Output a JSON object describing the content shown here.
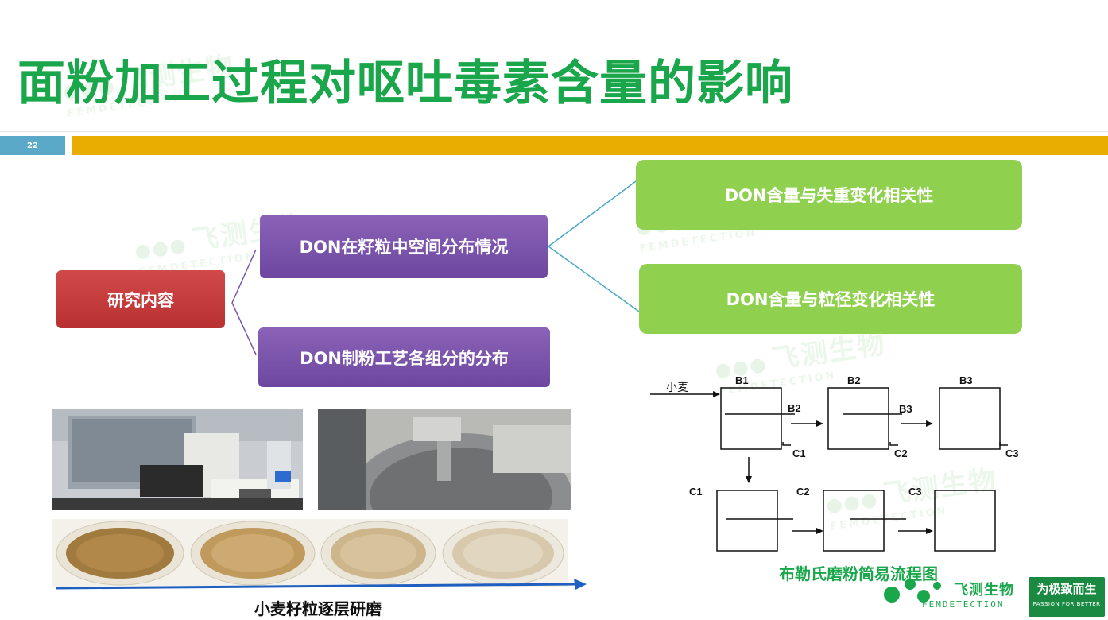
{
  "slide": {
    "title": "面粉加工过程对呕吐毒素含量的影响",
    "page_number": "22",
    "accent_color": "#e9ac00",
    "title_color": "#1aa64b"
  },
  "mindmap": {
    "root": "研究内容",
    "branches": [
      "DON在籽粒中空间分布情况",
      "DON制粉工艺各组分的分布"
    ],
    "leaves": [
      "DON含量与失重变化相关性",
      "DON含量与粒径变化相关性"
    ]
  },
  "photos": {
    "caption": "小麦籽粒逐层研磨"
  },
  "flowchart": {
    "input_label": "小麦",
    "break_labels": [
      "B1",
      "B2",
      "B3"
    ],
    "inner_labels": [
      "B2",
      "B3"
    ],
    "bottom_out_labels": [
      "C1",
      "C2",
      "C3"
    ],
    "reduction_labels": [
      "C1",
      "C2",
      "C3"
    ],
    "caption": "布勒氏磨粉简易流程图"
  },
  "watermark": {
    "cn": "飞测生物",
    "en": "FEMDETECTION",
    "slogan_cn": "为极致而生",
    "slogan_en": "PASSION FOR BETTER"
  },
  "logo": {
    "cn": "飞测生物",
    "en": "FEMDETECTION",
    "badge_cn": "为极致而生",
    "badge_en": "PASSION FOR BETTER"
  }
}
